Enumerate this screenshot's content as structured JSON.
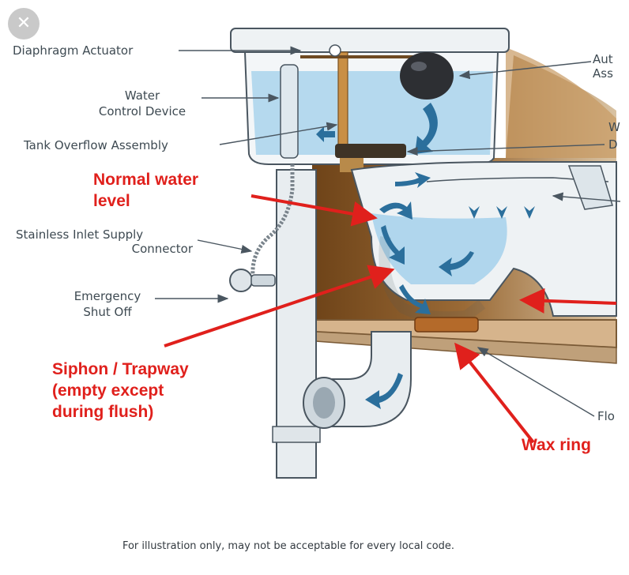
{
  "close_button": {
    "icon": "close-icon",
    "glyph": "✕"
  },
  "labels": {
    "diaphragm_actuator": "Diaphragm Actuator",
    "water_control_1": "Water",
    "water_control_2": "Control Device",
    "tank_overflow": "Tank Overflow Assembly",
    "inlet_supply_1": "Stainless Inlet Supply",
    "inlet_supply_2": "Connector",
    "emergency_1": "Emergency",
    "emergency_2": "Shut Off",
    "auto_assembly_1": "Aut",
    "auto_assembly_2": "Ass",
    "right_w": "W",
    "right_d": "D",
    "flange": "Flo"
  },
  "annotations": {
    "normal_water_1": "Normal water",
    "normal_water_2": "level",
    "siphon_1": "Siphon / Trapway",
    "siphon_2": "(empty except",
    "siphon_3": "during flush)",
    "wax_ring": "Wax ring"
  },
  "footer": "For illustration only, may not be acceptable for every local code.",
  "colors": {
    "annotation_red": "#e0201c",
    "water_blue": "#a9d3ec",
    "flow_arrow": "#2b6f9c",
    "wall_brown": "#8a5a2b",
    "porcelain": "#eef2f4"
  }
}
